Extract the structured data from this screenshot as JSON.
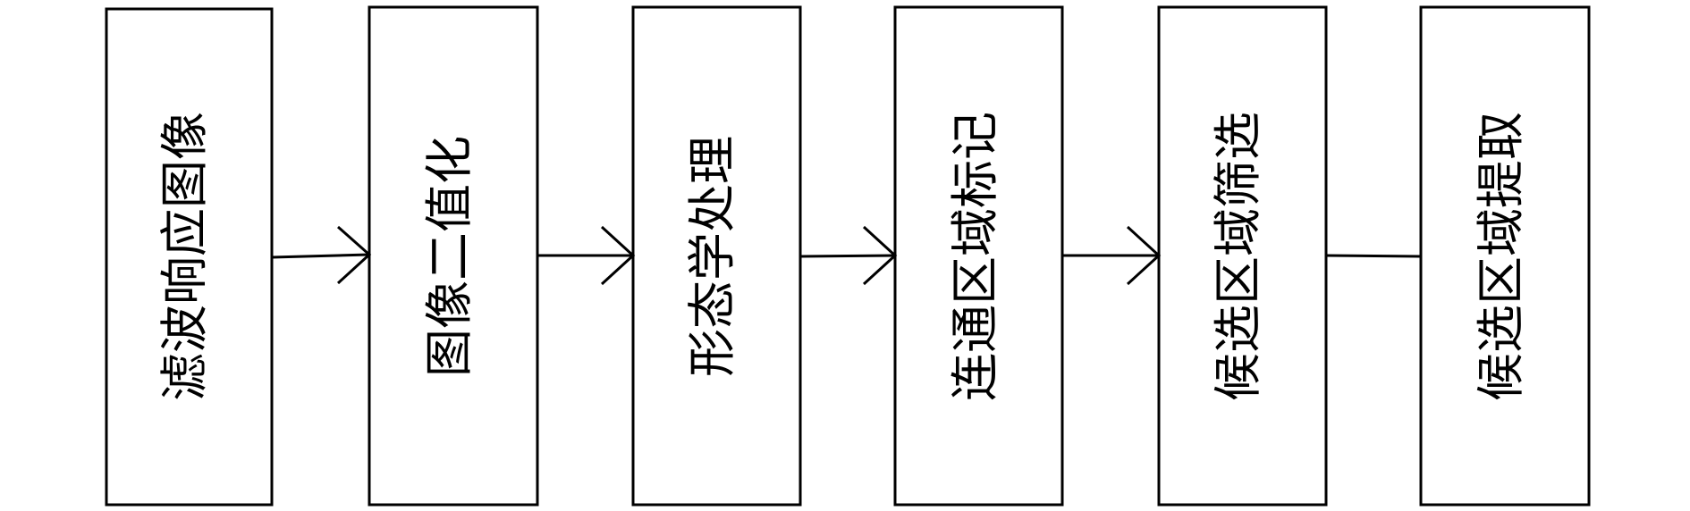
{
  "steps": [
    {
      "id": "step1",
      "label": "滤波响应图像"
    },
    {
      "id": "step2",
      "label": "图像二值化"
    },
    {
      "id": "step3",
      "label": "形态学处理"
    },
    {
      "id": "step4",
      "label": "连通区域标记"
    },
    {
      "id": "step5",
      "label": "候选区域筛选"
    },
    {
      "id": "step6",
      "label": "候选区域提取"
    }
  ],
  "connections": [
    {
      "from": "step1",
      "to": "step2",
      "arrow": true
    },
    {
      "from": "step2",
      "to": "step3",
      "arrow": true
    },
    {
      "from": "step3",
      "to": "step4",
      "arrow": true
    },
    {
      "from": "step4",
      "to": "step5",
      "arrow": true
    },
    {
      "from": "step5",
      "to": "step6",
      "arrow": false
    }
  ]
}
